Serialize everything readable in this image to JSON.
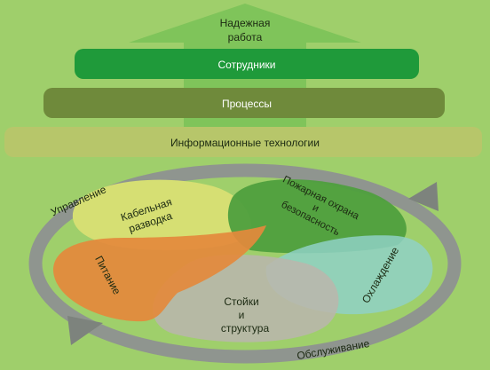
{
  "colors": {
    "background": "#9fcf6b",
    "arrow": "#7fc45a",
    "bar_employees": "#1f9a3a",
    "bar_processes": "#6f8a3b",
    "bar_it": "#b7c66a",
    "ring": "#8f958f",
    "petal_cabling": "#d6df73",
    "petal_fire": "#4f9f3e",
    "petal_cooling": "#8fd1c6",
    "petal_power": "#e4893c",
    "petal_racks": "#b9b6ac"
  },
  "top_arrow": {
    "label_line1": "Надежная",
    "label_line2": "работа"
  },
  "bars": {
    "employees": "Сотрудники",
    "processes": "Процессы",
    "it": "Информационные технологии"
  },
  "ring": {
    "management": "Управление",
    "maintenance": "Обслуживание"
  },
  "petals": {
    "cabling": {
      "line1": "Кабельная",
      "line2": "разводка"
    },
    "fire": {
      "line1": "Пожарная охрана",
      "line2": "и",
      "line3": "безопасность"
    },
    "cooling": {
      "line1": "Охлаждение"
    },
    "power": {
      "line1": "Питание"
    },
    "racks": {
      "line1": "Стойки",
      "line2": "и",
      "line3": "структура"
    }
  }
}
